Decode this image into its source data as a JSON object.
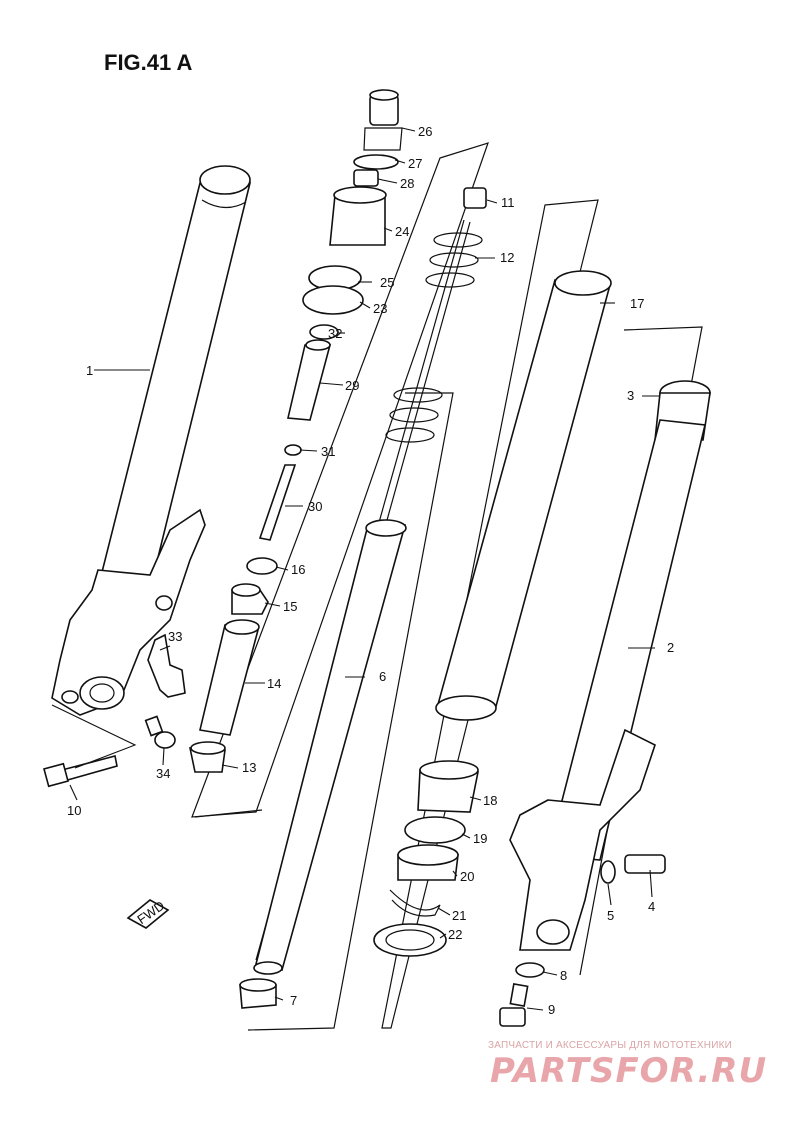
{
  "figure": {
    "title": "FIG.41 A",
    "fwd_label": "FWD"
  },
  "parts": [
    {
      "id": "p1",
      "label": "1"
    },
    {
      "id": "p2",
      "label": "2"
    },
    {
      "id": "p3",
      "label": "3"
    },
    {
      "id": "p4",
      "label": "4"
    },
    {
      "id": "p5",
      "label": "5"
    },
    {
      "id": "p6",
      "label": "6"
    },
    {
      "id": "p7",
      "label": "7"
    },
    {
      "id": "p8",
      "label": "8"
    },
    {
      "id": "p9",
      "label": "9"
    },
    {
      "id": "p10",
      "label": "10"
    },
    {
      "id": "p11",
      "label": "11"
    },
    {
      "id": "p12",
      "label": "12"
    },
    {
      "id": "p13",
      "label": "13"
    },
    {
      "id": "p14",
      "label": "14"
    },
    {
      "id": "p15",
      "label": "15"
    },
    {
      "id": "p16",
      "label": "16"
    },
    {
      "id": "p17",
      "label": "17"
    },
    {
      "id": "p18",
      "label": "18"
    },
    {
      "id": "p19",
      "label": "19"
    },
    {
      "id": "p20",
      "label": "20"
    },
    {
      "id": "p21",
      "label": "21"
    },
    {
      "id": "p22",
      "label": "22"
    },
    {
      "id": "p23",
      "label": "23"
    },
    {
      "id": "p24",
      "label": "24"
    },
    {
      "id": "p25",
      "label": "25"
    },
    {
      "id": "p26",
      "label": "26"
    },
    {
      "id": "p27",
      "label": "27"
    },
    {
      "id": "p28",
      "label": "28"
    },
    {
      "id": "p29",
      "label": "29"
    },
    {
      "id": "p30",
      "label": "30"
    },
    {
      "id": "p31",
      "label": "31"
    },
    {
      "id": "p32",
      "label": "32"
    },
    {
      "id": "p33",
      "label": "33"
    },
    {
      "id": "p34",
      "label": "34"
    }
  ],
  "watermark": {
    "tagline": "ЗАПЧАСТИ И АКСЕССУАРЫ ДЛЯ МОТОТЕХНИКИ",
    "brand": "PARTSFOR.RU"
  }
}
